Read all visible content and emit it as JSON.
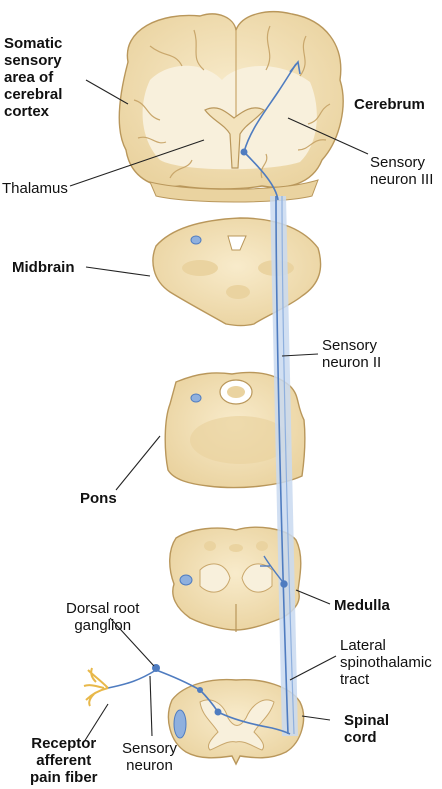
{
  "labels": {
    "somatic": "Somatic\nsensory\narea of\ncerebral\ncortex",
    "cerebrum": "Cerebrum",
    "sensory_neuron_iii": "Sensory\nneuron III",
    "thalamus": "Thalamus",
    "midbrain": "Midbrain",
    "sensory_neuron_ii": "Sensory\nneuron II",
    "pons": "Pons",
    "medulla": "Medulla",
    "dorsal_root_ganglion": "Dorsal root\nganglion",
    "lateral_spinothalamic_tract": "Lateral\nspinothalamic\ntract",
    "spinal_cord": "Spinal\ncord",
    "receptor": "Receptor\nafferent\npain fiber",
    "sensory_neuron": "Sensory\nneuron"
  },
  "colors": {
    "tissue": "#f3e3bd",
    "tissue_edge": "#b9975b",
    "white_matter": "#e8d3a2",
    "gray_matter": "#f8f0dc",
    "pathway": "#8fb0de",
    "pathway_edge": "#4f7cc0",
    "receptor": "#e8b84a"
  }
}
